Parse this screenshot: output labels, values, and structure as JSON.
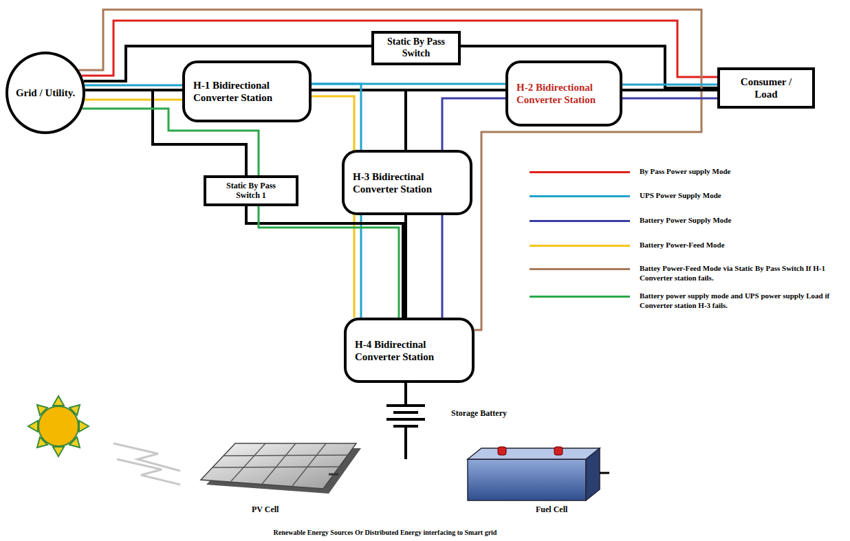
{
  "diagram": {
    "caption": "Renewable Energy Sources Or Distributed Energy interfacing to Smart grid",
    "nodes": [
      {
        "text": [
          "Grid / Utility."
        ]
      },
      {
        "text": [
          "H-1 Bidirectional Converter Station"
        ]
      },
      {
        "text": [
          "Static By Pass Switch"
        ]
      },
      {
        "text": [
          "H-2 Bidirectional Converter Station"
        ]
      },
      {
        "text": [
          "Consumer / Load"
        ]
      },
      {
        "text": [
          "H-3 Bidirectinal Converter Station"
        ]
      },
      {
        "text": [
          "Static By Pass Switch 1"
        ]
      },
      {
        "text": [
          "H-4 Bidirectinal Converter Station"
        ]
      }
    ],
    "edges": [
      {
        "from": 0,
        "to": 1,
        "arrow": "none"
      },
      {
        "from": 0,
        "to": 1,
        "arrow": "none"
      },
      {
        "from": 0,
        "to": 1,
        "arrow": "none"
      },
      {
        "from": 0,
        "to": 2,
        "arrow": "none"
      },
      {
        "from": 2,
        "to": 4,
        "arrow": "none"
      },
      {
        "from": 0,
        "to": 4,
        "arrow": "none"
      },
      {
        "from": 0,
        "to": 7,
        "arrow": "none"
      },
      {
        "from": 1,
        "to": 3,
        "arrow": "none"
      },
      {
        "from": 1,
        "to": 3,
        "arrow": "none"
      },
      {
        "from": 3,
        "to": 4,
        "arrow": "none"
      },
      {
        "from": 3,
        "to": 4,
        "arrow": "none"
      },
      {
        "from": 3,
        "to": 4,
        "arrow": "none"
      },
      {
        "from": 1,
        "to": 5,
        "arrow": "none"
      },
      {
        "from": 5,
        "to": 7,
        "arrow": "none"
      },
      {
        "from": 1,
        "to": 5,
        "arrow": "none"
      },
      {
        "from": 5,
        "to": 7,
        "arrow": "none"
      },
      {
        "from": 1,
        "to": 7,
        "arrow": "none"
      },
      {
        "from": 3,
        "to": 7,
        "arrow": "none"
      },
      {
        "from": 1,
        "to": 6,
        "arrow": "none"
      },
      {
        "from": 6,
        "to": 7,
        "arrow": "none"
      },
      {
        "from": 0,
        "to": 6,
        "arrow": "none"
      },
      {
        "from": 6,
        "to": 7,
        "arrow": "none"
      }
    ],
    "labels": [
      "Storage Battery",
      "PV Cell",
      "Fuel Cell"
    ],
    "legend": [
      {
        "text": "By Pass Power supply Mode",
        "color": "#e0201b"
      },
      {
        "text": "UPS Power Supply Mode",
        "color": "#1fa3cf"
      },
      {
        "text": "Battery Power Supply Mode",
        "color": "#3c3ca8"
      },
      {
        "text": "Battery Power-Feed Mode",
        "color": "#f5c518"
      },
      {
        "text": "Battey Power-Feed Mode via Static By Pass Switch If H-1 Converter station fails.",
        "color": "#a87a5a"
      },
      {
        "text": "Battery power supply mode and UPS power supply Load if Converter station H-3 fails.",
        "color": "#2aa84a"
      }
    ]
  }
}
